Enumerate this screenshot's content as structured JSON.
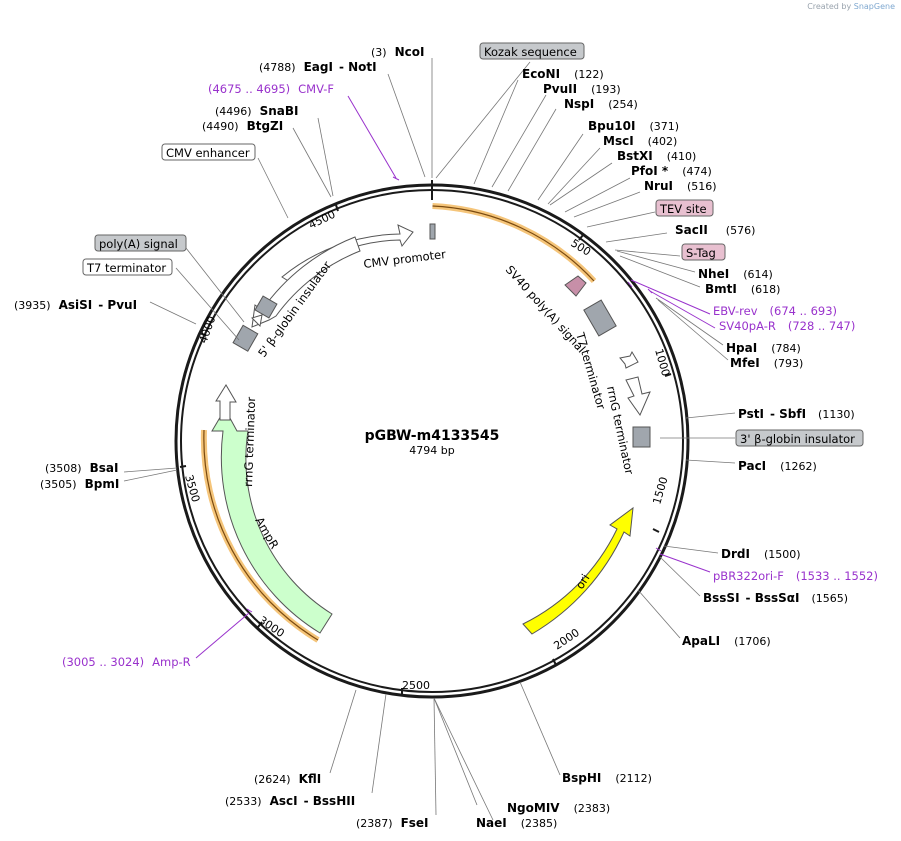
{
  "credit": {
    "prefix": "Created by",
    "brand": "SnapGene"
  },
  "plasmid": {
    "name": "pGBW-m4133545",
    "size": "4794 bp"
  },
  "tick_labels": [
    "500",
    "1000",
    "1500",
    "2000",
    "2500",
    "3000",
    "3500",
    "4000",
    "4500"
  ],
  "sites": [
    {
      "pos": "(3)",
      "name": "NcoI"
    },
    {
      "pos": "(4788)",
      "names": [
        "EagI",
        "NotI"
      ]
    },
    {
      "pos": "(4496)",
      "name": "SnaBI"
    },
    {
      "pos": "(4490)",
      "name": "BtgZI"
    },
    {
      "pos": "(122)",
      "name": "EcoNI"
    },
    {
      "pos": "(193)",
      "name": "PvuII"
    },
    {
      "pos": "(254)",
      "name": "NspI"
    },
    {
      "pos": "(371)",
      "name": "Bpu10I"
    },
    {
      "pos": "(402)",
      "name": "MscI"
    },
    {
      "pos": "(410)",
      "name": "BstXI"
    },
    {
      "pos": "(474)",
      "name": "PfoI *"
    },
    {
      "pos": "(516)",
      "name": "NruI"
    },
    {
      "pos": "(576)",
      "name": "SacII"
    },
    {
      "pos": "(614)",
      "name": "NheI"
    },
    {
      "pos": "(618)",
      "name": "BmtI"
    },
    {
      "pos": "(784)",
      "name": "HpaI"
    },
    {
      "pos": "(793)",
      "name": "MfeI"
    },
    {
      "pos": "(1130)",
      "names": [
        "PstI",
        "SbfI"
      ]
    },
    {
      "pos": "(1262)",
      "name": "PacI"
    },
    {
      "pos": "(1500)",
      "name": "DrdI"
    },
    {
      "pos": "(1565)",
      "names": [
        "BssSI",
        "BssSαI"
      ]
    },
    {
      "pos": "(1706)",
      "name": "ApaLI"
    },
    {
      "pos": "(2112)",
      "name": "BspHI"
    },
    {
      "pos": "(2383)",
      "name": "NgoMIV"
    },
    {
      "pos": "(2385)",
      "name": "NaeI"
    },
    {
      "pos": "(2387)",
      "name": "FseI"
    },
    {
      "pos": "(2533)",
      "names": [
        "AscI",
        "BssHII"
      ]
    },
    {
      "pos": "(2624)",
      "name": "KflI"
    },
    {
      "pos": "(3508)",
      "name": "BsaI"
    },
    {
      "pos": "(3505)",
      "name": "BpmI"
    },
    {
      "pos": "(3935)",
      "names": [
        "AsiSI",
        "PvuI"
      ]
    }
  ],
  "primers": [
    {
      "name": "CMV-F",
      "range": "(4675 .. 4695)"
    },
    {
      "name": "EBV-rev",
      "range": "(674 .. 693)"
    },
    {
      "name": "SV40pA-R",
      "range": "(728 .. 747)"
    },
    {
      "name": "pBR322ori-F",
      "range": "(1533 .. 1552)"
    },
    {
      "name": "Amp-R",
      "range": "(3005 .. 3024)"
    }
  ],
  "boxed_labels": [
    "Kozak sequence",
    "TEV site",
    "S-Tag",
    "CMV enhancer",
    "poly(A) signal",
    "T7 terminator",
    "3' β-globin insulator"
  ],
  "feature_labels": [
    "CMV promoter",
    "5' β-globin insulator",
    "SV40 poly(A) signal",
    "T7 terminator",
    "rrnG terminator",
    "rrnG terminator",
    "AmpR",
    "ori"
  ],
  "colors": {
    "backbone": "#1a1a1a",
    "primer": "#9932cc",
    "orf_highlight": "#f5c57a",
    "ampr_fill": "#ccffcc",
    "ori_fill": "#ffff00",
    "tag_fill": "#e8c0d0",
    "gray_feature": "#a0a6ad"
  }
}
